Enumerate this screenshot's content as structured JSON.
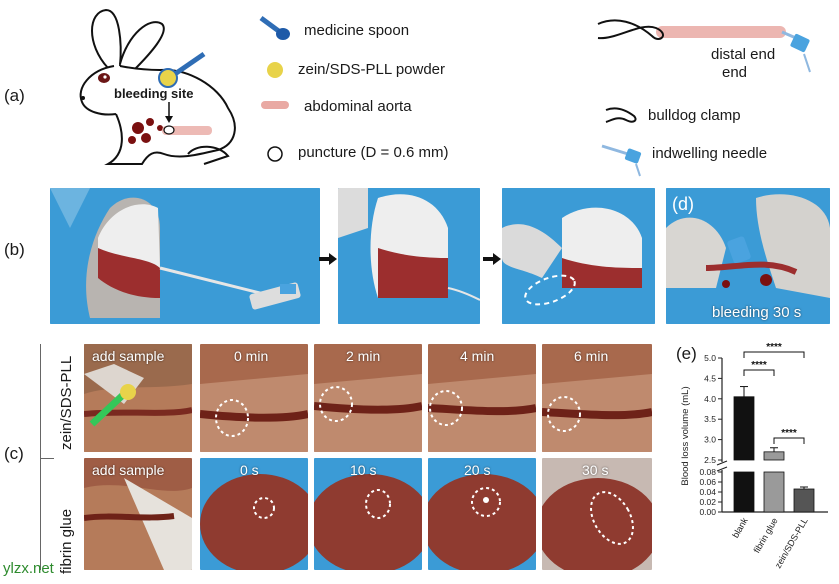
{
  "panel_labels": {
    "a": "(a)",
    "b": "(b)",
    "c": "(c)",
    "d": "(d)",
    "e": "(e)"
  },
  "legend": {
    "medicine_spoon": "medicine spoon",
    "powder": "zein/SDS-PLL powder",
    "aorta": "abdominal aorta",
    "puncture": "puncture (D = 0.6 mm)",
    "distal_end": "distal end",
    "bulldog_clamp": "bulldog clamp",
    "indwelling_needle": "indwelling needle"
  },
  "rabbit": {
    "bleeding_site": "bleeding site"
  },
  "panel_c": {
    "row1_label": "zein/SDS-PLL",
    "row2_label": "fibrin glue",
    "row1_captions": [
      "add sample",
      "0 min",
      "2 min",
      "4 min",
      "6 min"
    ],
    "row2_captions": [
      "add sample",
      "0 s",
      "10 s",
      "20 s",
      "30 s"
    ]
  },
  "panel_d": {
    "caption": "bleeding 30 s"
  },
  "watermark": "ylzx.net",
  "colors": {
    "bar_blank": "#111111",
    "bar_fibrin": "#9a9a9a",
    "bar_zein": "#555555",
    "spoon": "#2f6db5",
    "powder": "#e8d34a",
    "aorta": "#e9a9a3"
  },
  "chart_data": {
    "type": "bar",
    "categories": [
      "blank",
      "fibrin glue",
      "zein/SDS-PLL"
    ],
    "values": [
      4.05,
      2.7,
      0.046
    ],
    "errors": [
      0.25,
      0.1,
      0.004
    ],
    "ylabel": "Blood loss volume (mL)",
    "ylim": [
      0,
      5.0
    ],
    "axis_break": [
      0.08,
      2.5
    ],
    "upper_ticks": [
      "2.5",
      "3.0",
      "3.5",
      "4.0",
      "4.5",
      "5.0"
    ],
    "lower_ticks": [
      "0.00",
      "0.02",
      "0.04",
      "0.06",
      "0.08"
    ],
    "significance": [
      {
        "pair": [
          "blank",
          "fibrin glue"
        ],
        "label": "****"
      },
      {
        "pair": [
          "blank",
          "zein/SDS-PLL"
        ],
        "label": "****"
      },
      {
        "pair": [
          "fibrin glue",
          "zein/SDS-PLL"
        ],
        "label": "****"
      }
    ]
  }
}
